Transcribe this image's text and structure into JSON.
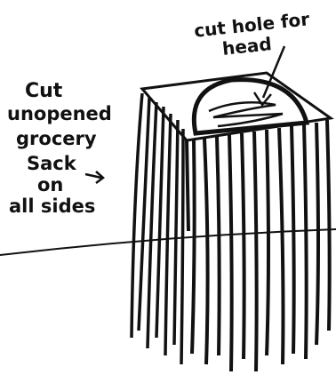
{
  "annotations": {
    "top_line1": "cut hole for",
    "top_line2": "head",
    "left_lines": [
      "Cut",
      "unopened",
      "grocery",
      "Sack",
      "on",
      "all sides"
    ]
  },
  "colors": {
    "ink": "#111111",
    "paper": "#ffffff"
  }
}
